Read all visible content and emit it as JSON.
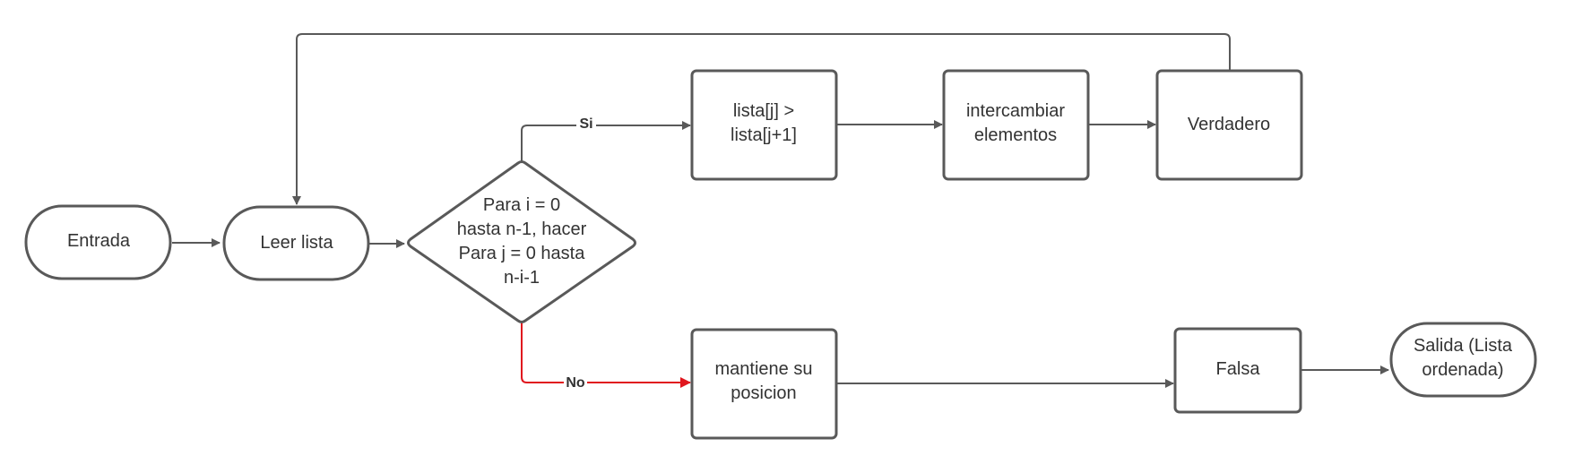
{
  "nodes": {
    "entrada": "Entrada",
    "leer": "Leer lista",
    "decision": [
      "Para i = 0",
      "hasta n-1, hacer",
      "Para j = 0 hasta",
      "n-i-1"
    ],
    "comparar": [
      "lista[j] >",
      "lista[j+1]"
    ],
    "intercambiar": [
      "intercambiar",
      "elementos"
    ],
    "verdadero": "Verdadero",
    "mantiene": [
      "mantiene su",
      "posicion"
    ],
    "falsa": "Falsa",
    "salida": [
      "Salida (Lista",
      "ordenada)"
    ]
  },
  "edges": {
    "si": "Si",
    "no": "No"
  },
  "colors": {
    "stroke": "#595959",
    "no_branch": "#e0161e"
  }
}
